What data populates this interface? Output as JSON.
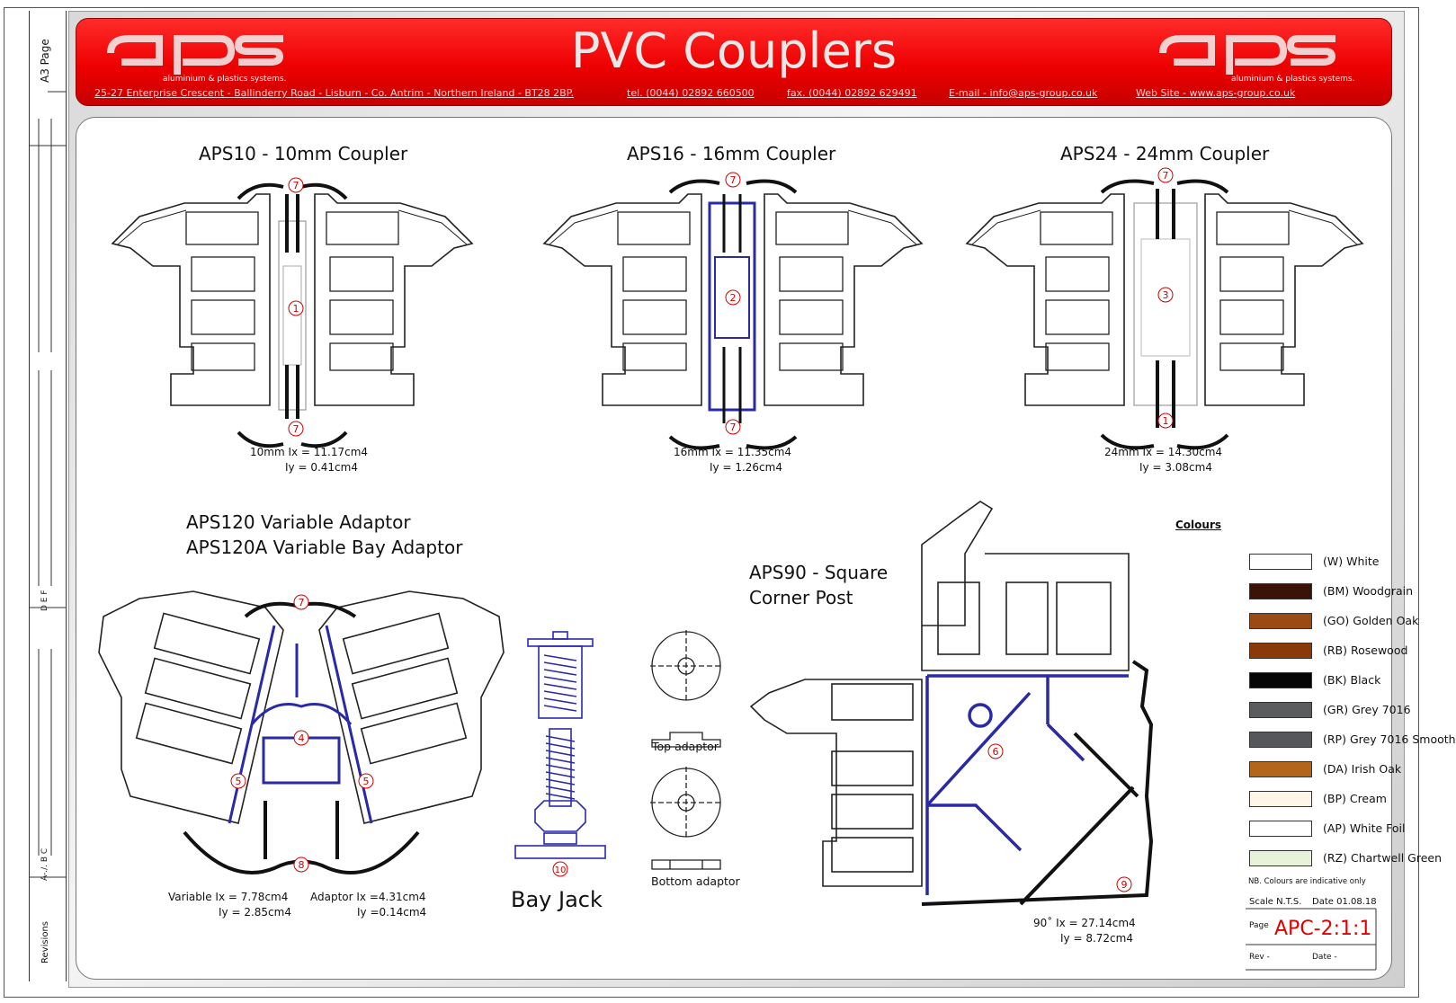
{
  "sidebar": {
    "page_label": "A3 Page",
    "revisions_label": "Revisions",
    "rev_marks_top": "D  E  F",
    "rev_marks_bottom": "A-./.  B  C"
  },
  "header": {
    "title": "PVC Couplers",
    "logo_text": "aps",
    "tagline": "aluminium & plastics systems.",
    "address": "25-27 Enterprise Crescent - Ballinderry Road - Lisburn - Co. Antrim - Northern Ireland - BT28 2BP.",
    "tel": "tel. (0044) 02892 660500",
    "fax": "fax. (0044) 02892 629491",
    "email": "E-mail - info@aps-group.co.uk",
    "web": "Web Site - www.aps-group.co.uk"
  },
  "couplers": [
    {
      "title": "APS10 - 10mm Coupler",
      "ix": "10mm Ix = 11.17cm4",
      "iy": "Iy = 0.41cm4",
      "top_marker": "7",
      "mid_marker": "1",
      "bottom_marker": "7"
    },
    {
      "title": "APS16 - 16mm Coupler",
      "ix": "16mm Ix = 11.35cm4",
      "iy": "Iy = 1.26cm4",
      "top_marker": "7",
      "mid_marker": "2",
      "bottom_marker": "7"
    },
    {
      "title": "APS24 - 24mm Coupler",
      "ix": "24mm Ix = 14.30cm4",
      "iy": "Iy = 3.08cm4",
      "top_marker": "7",
      "mid_marker": "3",
      "bottom_marker": "1"
    }
  ],
  "adaptor": {
    "title1": "APS120 Variable Adaptor",
    "title2": "APS120A Variable Bay Adaptor",
    "variable_ix": "Variable Ix = 7.78cm4",
    "variable_iy": "Iy = 2.85cm4",
    "adaptor_ix": "Adaptor Ix =4.31cm4",
    "adaptor_iy": "Iy =0.14cm4",
    "markers": [
      "7",
      "4",
      "5",
      "5",
      "8"
    ]
  },
  "bay_jack": {
    "title": "Bay Jack",
    "marker": "10",
    "top_adaptor": "Top adaptor",
    "bottom_adaptor": "Bottom adaptor"
  },
  "corner": {
    "title1": "APS90 - Square",
    "title2": "Corner Post",
    "ix": "90˚ Ix = 27.14cm4",
    "iy": "Iy = 8.72cm4",
    "markers": [
      "6",
      "9"
    ]
  },
  "colours": {
    "heading": "Colours",
    "items": [
      {
        "label": "(W)  White",
        "color": "#ffffff"
      },
      {
        "label": "(BM) Woodgrain",
        "color": "#3b1208"
      },
      {
        "label": "(GO) Golden Oak",
        "color": "#9a4a12"
      },
      {
        "label": "(RB) Rosewood",
        "color": "#8a3a08"
      },
      {
        "label": "(BK) Black",
        "color": "#050505"
      },
      {
        "label": "(GR) Grey 7016",
        "color": "#5a5c5e"
      },
      {
        "label": "(RP) Grey 7016 Smooth",
        "color": "#55575a"
      },
      {
        "label": "(DA) Irish Oak",
        "color": "#b3661a"
      },
      {
        "label": "(BP) Cream",
        "color": "#fff6e8"
      },
      {
        "label": "(AP) White Foil",
        "color": "#ffffff"
      },
      {
        "label": "(RZ) Chartwell Green",
        "color": "#e6f3d8"
      }
    ],
    "note": "NB. Colours are indicative only"
  },
  "title_block": {
    "scale": "Scale  N.T.S.",
    "date": "Date  01.08.18",
    "page_label": "Page",
    "page_code": "APC-2:1:1",
    "rev": "Rev -",
    "rev_date": "Date -"
  },
  "accent_color": "#e00000",
  "line_color": "#2a2aa8"
}
